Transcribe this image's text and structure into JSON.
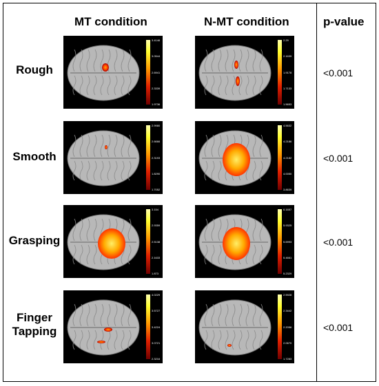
{
  "headers": {
    "mt": "MT condition",
    "nmt": "N-MT condition",
    "pvalue": "p-value"
  },
  "rows": [
    {
      "label": "Rough",
      "pvalue": "<0.001",
      "mt": {
        "ticks": [
          "3.4146",
          "3.0544",
          "2.6941",
          "2.3339",
          "1.9736"
        ]
      },
      "nmt": {
        "ticks": [
          "2.29",
          "2.1639",
          "1.9178",
          "1.7133",
          "1.5653"
        ]
      }
    },
    {
      "label": "Smooth",
      "pvalue": "<0.001",
      "mt": {
        "ticks": [
          "2.9980",
          "2.6666",
          "2.3193",
          "1.8290",
          "1.7052"
        ]
      },
      "nmt": {
        "ticks": [
          "4.5632",
          "4.2186",
          "4.2182",
          "4.0050",
          "3.8639"
        ]
      }
    },
    {
      "label": "Grasping",
      "pvalue": "<0.001",
      "mt": {
        "ticks": [
          "3.154",
          "2.9359",
          "2.5138",
          "2.1633",
          "1.873"
        ]
      },
      "nmt": {
        "ticks": [
          "6.1657",
          "5.9325",
          "5.6993",
          "5.4661",
          "5.2329"
        ]
      }
    },
    {
      "label": "Finger\nTapping",
      "pvalue": "<0.001",
      "mt": {
        "ticks": [
          "4.0229",
          "3.5727",
          "3.4224",
          "3.0721",
          "2.3216"
        ]
      },
      "nmt": {
        "ticks": [
          "2.5928",
          "2.3442",
          "2.2056",
          "2.0670",
          "1.7283"
        ]
      }
    }
  ],
  "colors": {
    "brain": "#b8b8b8",
    "background": "#000000",
    "activation_hot": "#ff3300",
    "activation_warm": "#ffcc00"
  }
}
